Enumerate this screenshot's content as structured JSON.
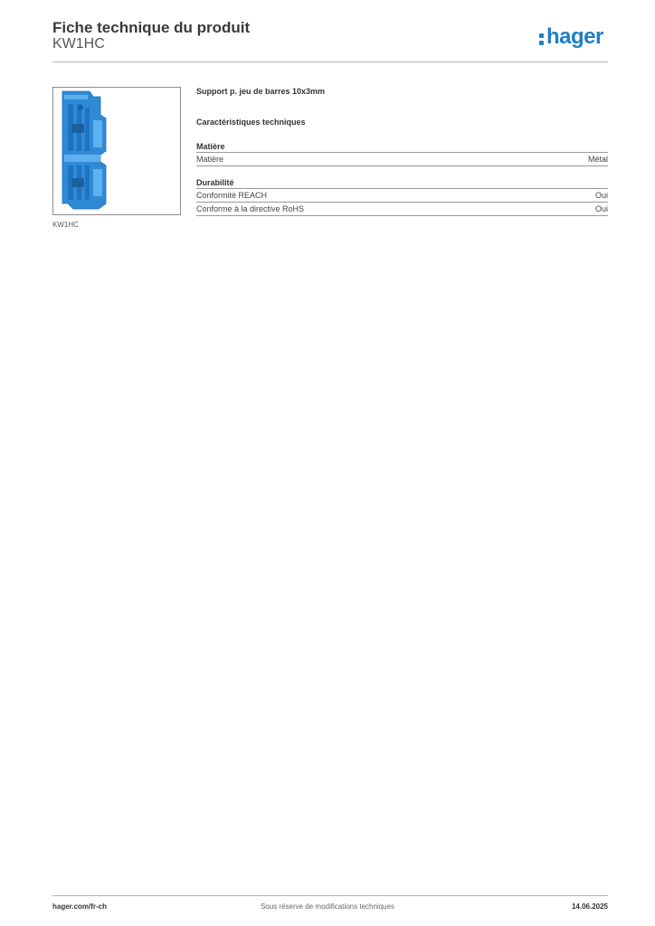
{
  "header": {
    "title": "Fiche technique du produit",
    "reference": "KW1HC",
    "logo_text": "hager",
    "logo_color": "#1f7fc4"
  },
  "product": {
    "image_caption": "KW1HC",
    "image_icon": "blue-busbar-support-icon",
    "image_color": "#2f8ad6",
    "description": "Support p. jeu de barres 10x3mm"
  },
  "characteristics": {
    "title": "Caractéristiques techniques",
    "sections": [
      {
        "name": "Matière",
        "rows": [
          {
            "label": "Matière",
            "value": "Métal"
          }
        ]
      },
      {
        "name": "Durabilité",
        "rows": [
          {
            "label": "Conformité REACH",
            "value": "Oui"
          },
          {
            "label": "Conforme à la directive RoHS",
            "value": "Oui"
          }
        ]
      }
    ]
  },
  "footer": {
    "website": "hager.com/fr-ch",
    "disclaimer": "Sous réserve de modifications techniques",
    "date": "14.06.2025"
  }
}
